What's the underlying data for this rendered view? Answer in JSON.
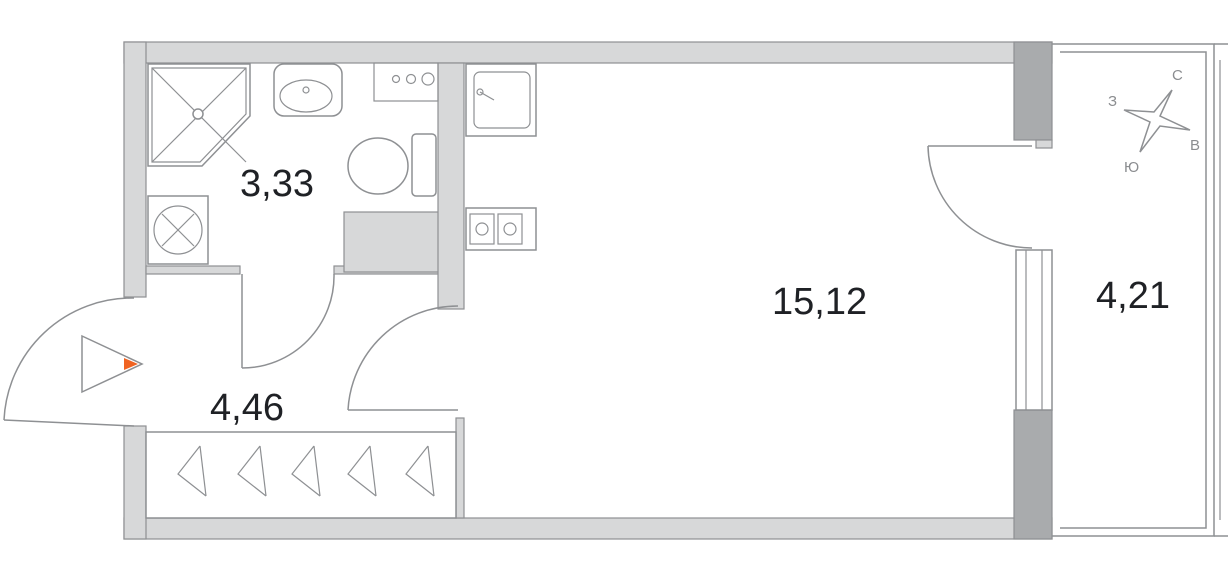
{
  "rooms": [
    {
      "id": "bathroom",
      "area": "3,33"
    },
    {
      "id": "hallway",
      "area": "4,46"
    },
    {
      "id": "living",
      "area": "15,12"
    },
    {
      "id": "balcony",
      "area": "4,21"
    }
  ],
  "compass": {
    "north": "С",
    "east": "В",
    "south": "Ю",
    "west": "З"
  },
  "colors": {
    "wall": "#d7d8d9",
    "wall_dark": "#a9abad",
    "line": "#8e9093",
    "entrance_arrow": "#f06322"
  }
}
